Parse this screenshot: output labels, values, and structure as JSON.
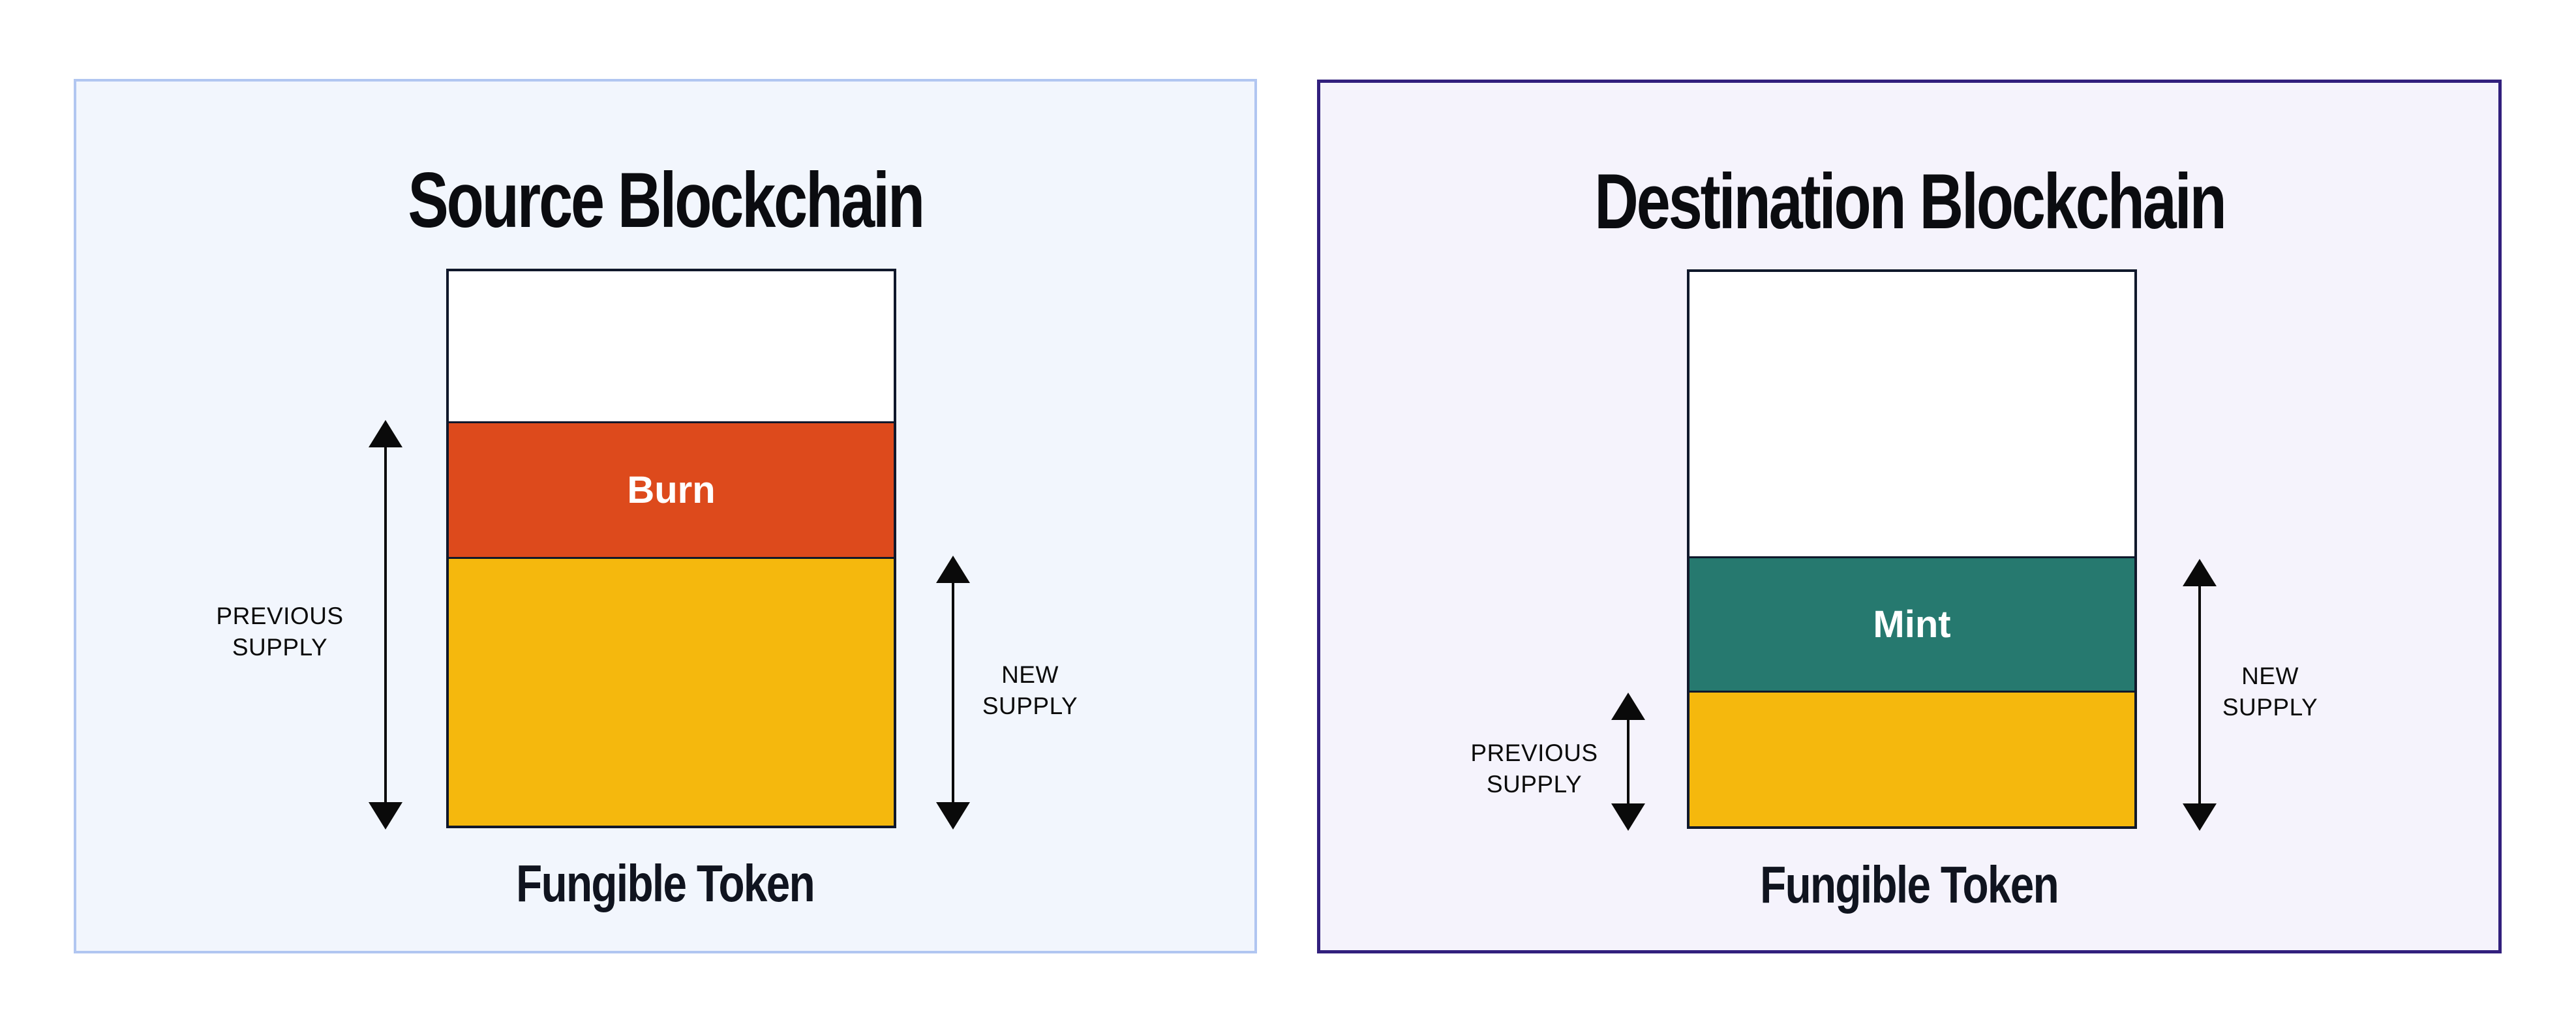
{
  "diagram": {
    "panels": [
      {
        "key": "source",
        "title": "Source Blockchain",
        "caption": "Fungible Token",
        "bar_label": "Burn",
        "left_arrow_label_line1": "PREVIOUS",
        "left_arrow_label_line2": "SUPPLY",
        "right_arrow_label_line1": "NEW",
        "right_arrow_label_line2": "SUPPLY",
        "colors": {
          "panel_background": "#F2F6FD",
          "panel_border": "#B1C6F1",
          "bar_outline": "#10182B",
          "top_segment": "#FFFFFF",
          "action_segment": "#DD4A1C",
          "supply_segment": "#F5B80D",
          "bar_label_text": "#FFFFFF",
          "arrow": "#0A0A0A"
        }
      },
      {
        "key": "destination",
        "title": "Destination Blockchain",
        "caption": "Fungible Token",
        "bar_label": "Mint",
        "left_arrow_label_line1": "PREVIOUS",
        "left_arrow_label_line2": "SUPPLY",
        "right_arrow_label_line1": "NEW",
        "right_arrow_label_line2": "SUPPLY",
        "colors": {
          "panel_background": "#F5F3FC",
          "panel_border": "#32207D",
          "bar_outline": "#10182B",
          "top_segment": "#FFFFFF",
          "action_segment": "#26796F",
          "supply_segment": "#F5B80D",
          "bar_label_text": "#FFFFFF",
          "arrow": "#0A0A0A"
        }
      }
    ]
  }
}
